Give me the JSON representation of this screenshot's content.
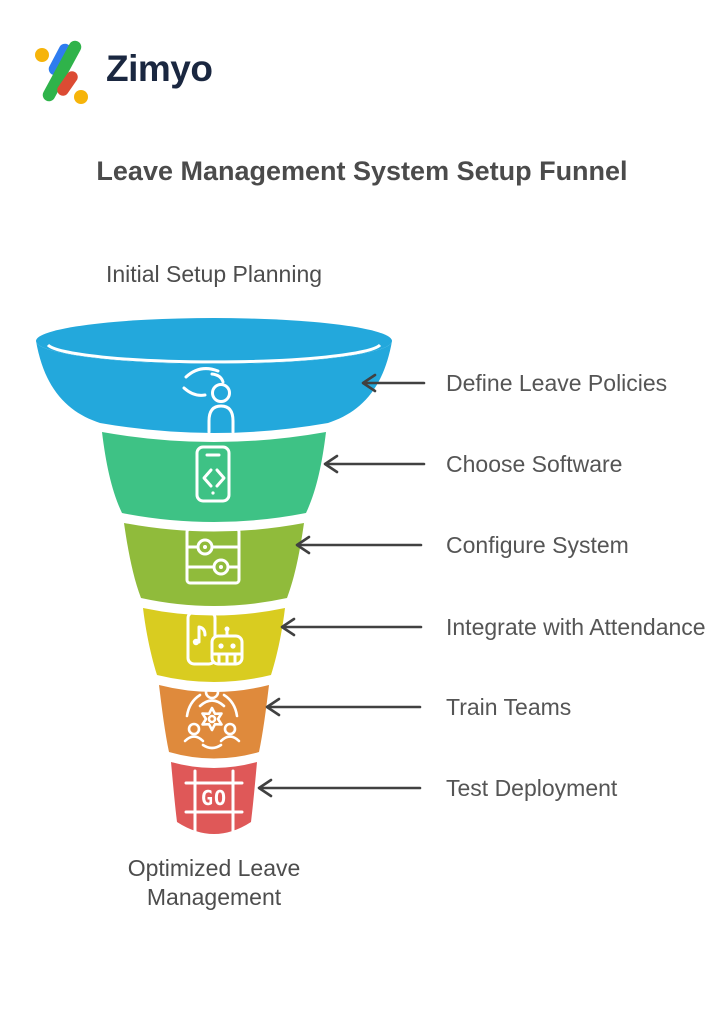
{
  "brand": {
    "name": "Zimyo",
    "logo_colors": {
      "yellow": "#F6B40A",
      "blue": "#2E7CF0",
      "green": "#2FB34A",
      "red": "#DC4B33"
    }
  },
  "title": "Leave Management System Setup Funnel",
  "funnel": {
    "entry_label": "Initial Setup Planning",
    "exit_label": "Optimized Leave Management",
    "arrow_color": "#414141",
    "stages": [
      {
        "label": "Define Leave Policies",
        "color": "#23A8DC",
        "icon": "hand-picking-person-icon"
      },
      {
        "label": "Choose Software",
        "color": "#3EC285",
        "icon": "smartphone-code-icon"
      },
      {
        "label": "Configure System",
        "color": "#90BB3B",
        "icon": "settings-sliders-icon"
      },
      {
        "label": "Integrate with Attendance",
        "color": "#D9CC20",
        "icon": "phone-robot-icon"
      },
      {
        "label": "Train Teams",
        "color": "#DF8A3C",
        "icon": "team-gear-icon"
      },
      {
        "label": "Test Deployment",
        "color": "#DF5858",
        "icon": "go-banner-icon",
        "icon_text": "GO"
      }
    ]
  }
}
